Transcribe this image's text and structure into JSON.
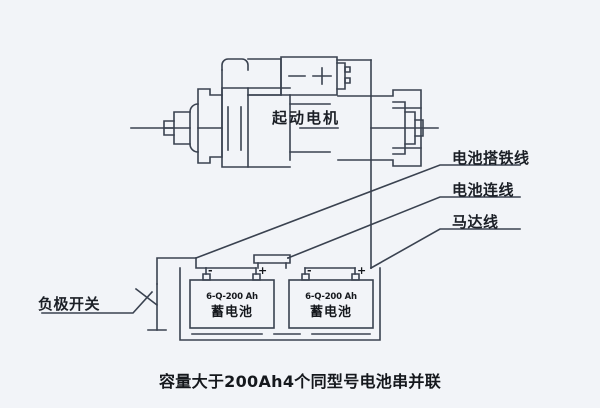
{
  "figure": {
    "background_color": "#f2f4f8",
    "line_color": "#3a4250",
    "caption": "容量大于200Ah4个同型号电池串并联"
  },
  "labels": {
    "starter_motor": "起动电机",
    "battery_ground_wire": "电池搭铁线",
    "battery_connecting_wire": "电池连线",
    "motor_wire": "马达线",
    "negative_switch": "负极开关"
  },
  "batteries": [
    {
      "code": "6-Q-200 Ah",
      "name": "蓄电池",
      "negative_terminal": "-",
      "positive_terminal": "+"
    },
    {
      "code": "6-Q-200 Ah",
      "name": "蓄电池",
      "negative_terminal": "-",
      "positive_terminal": "+"
    }
  ]
}
